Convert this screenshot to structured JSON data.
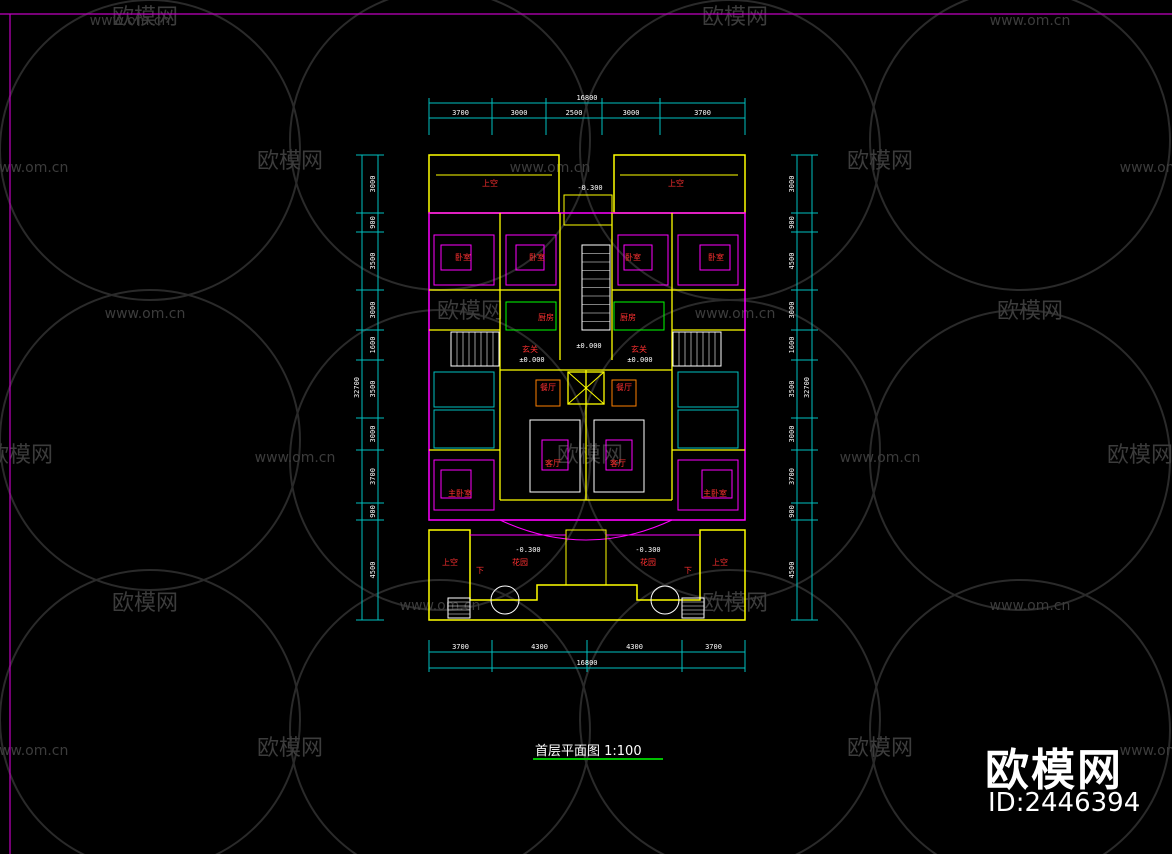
{
  "drawing": {
    "title": "首层平面图 1:100",
    "overall_width_label": "16800"
  },
  "dimensions": {
    "top_segments": [
      "3700",
      "3000",
      "2500",
      "3000",
      "3700"
    ],
    "bottom_segments": [
      "3700",
      "4300",
      "4300",
      "3700"
    ],
    "left_segments": [
      "3000",
      "900",
      "3500",
      "3000",
      "1600",
      "3500",
      "3000",
      "3700",
      "900",
      "4500"
    ],
    "right_segments": [
      "3000",
      "900",
      "4500",
      "3000",
      "1600",
      "3500",
      "3000",
      "3700",
      "900",
      "4500"
    ],
    "left_total": "32700",
    "right_total": "32700"
  },
  "rooms": {
    "bedroom": "卧室",
    "master_bedroom": "主卧室",
    "living_room": "客厅",
    "dining_room": "餐厅",
    "kitchen": "厨房",
    "entrance": "玄关",
    "garden": "花园",
    "balcony": "上空",
    "stair_down": "下"
  },
  "levels": {
    "zero": "±0.000",
    "minus_300": "-0.300"
  },
  "watermark": {
    "site": "www.om.cn",
    "brand_small": "欧模网"
  },
  "branding": {
    "name": "欧模网",
    "id": "ID:2446394"
  },
  "colors": {
    "background": "#000000",
    "frame": "#c000c0",
    "dimension_lines": "#00c0c0",
    "walls": "#ffff00",
    "interior": "#ff00ff",
    "room_labels": "#ff3030",
    "title_underline": "#00c000"
  }
}
